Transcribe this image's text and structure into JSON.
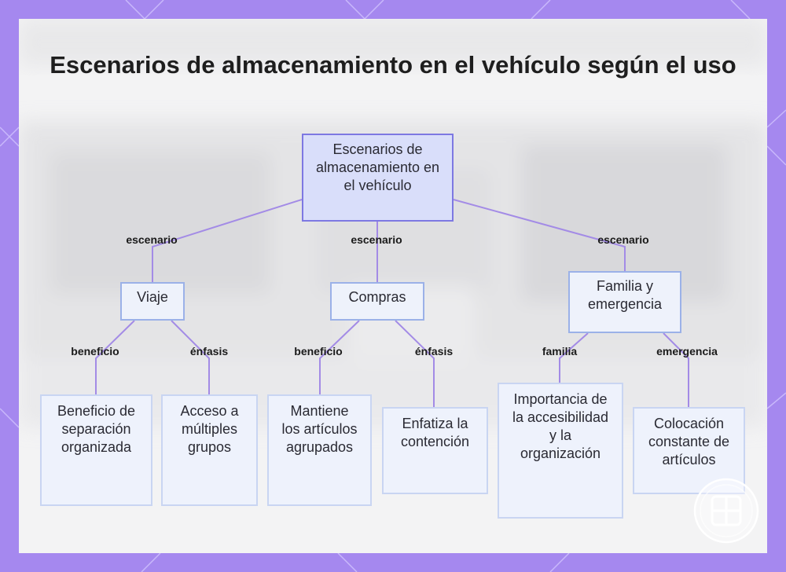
{
  "title": "Escenarios de almacenamiento en el vehículo según el uso",
  "colors": {
    "frame": "#a588ef",
    "root_fill": "#d9defa",
    "root_border": "#7d78e2",
    "node_fill": "#eef2fb",
    "node_border": "#9bb1e8",
    "connector": "#a38be6"
  },
  "diagram": {
    "root": {
      "label": "Escenarios de almacenamiento en el vehículo"
    },
    "branches": [
      {
        "edge_label": "escenario",
        "label": "Viaje",
        "children": [
          {
            "edge_label": "beneficio",
            "label": "Beneficio de separación organizada"
          },
          {
            "edge_label": "énfasis",
            "label": "Acceso a múltiples grupos"
          }
        ]
      },
      {
        "edge_label": "escenario",
        "label": "Compras",
        "children": [
          {
            "edge_label": "beneficio",
            "label": "Mantiene los artículos agrupados"
          },
          {
            "edge_label": "énfasis",
            "label": "Enfatiza la contención"
          }
        ]
      },
      {
        "edge_label": "escenario",
        "label": "Familia y emergencia",
        "children": [
          {
            "edge_label": "familia",
            "label": "Importancia de la accesibilidad y la organización"
          },
          {
            "edge_label": "emergencia",
            "label": "Colocación constante de artículos"
          }
        ]
      }
    ]
  },
  "badge_icon": "grid-logo-icon"
}
